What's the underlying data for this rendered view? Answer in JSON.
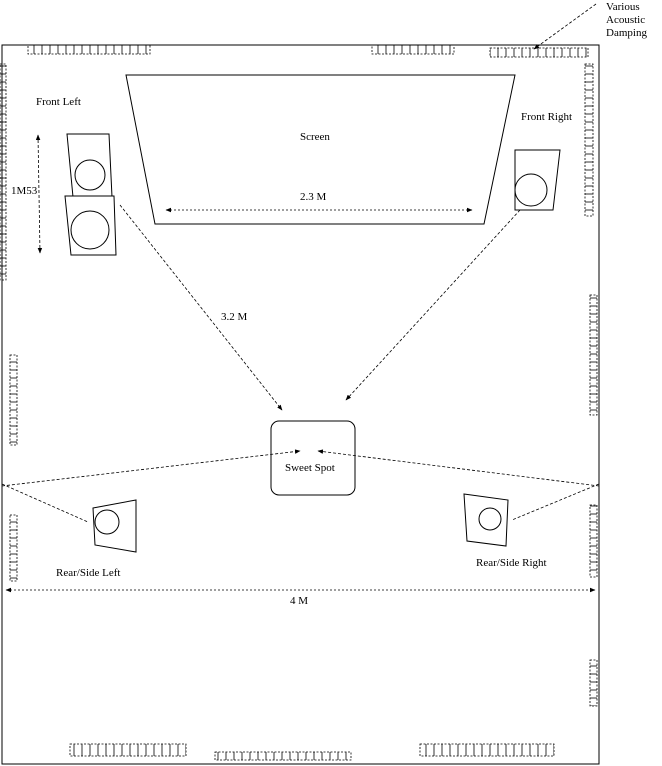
{
  "labels": {
    "damping": [
      "Various",
      "Acoustic",
      "Damping"
    ],
    "screen": "Screen",
    "front_left": "Front Left",
    "front_right": "Front Right",
    "height_dim": "1M53",
    "screen_width": "2.3 M",
    "distance": "3.2 M",
    "sweet_spot": "Sweet Spot",
    "rear_left": "Rear/Side Left",
    "rear_right": "Rear/Side Right",
    "room_width": "4 M"
  }
}
